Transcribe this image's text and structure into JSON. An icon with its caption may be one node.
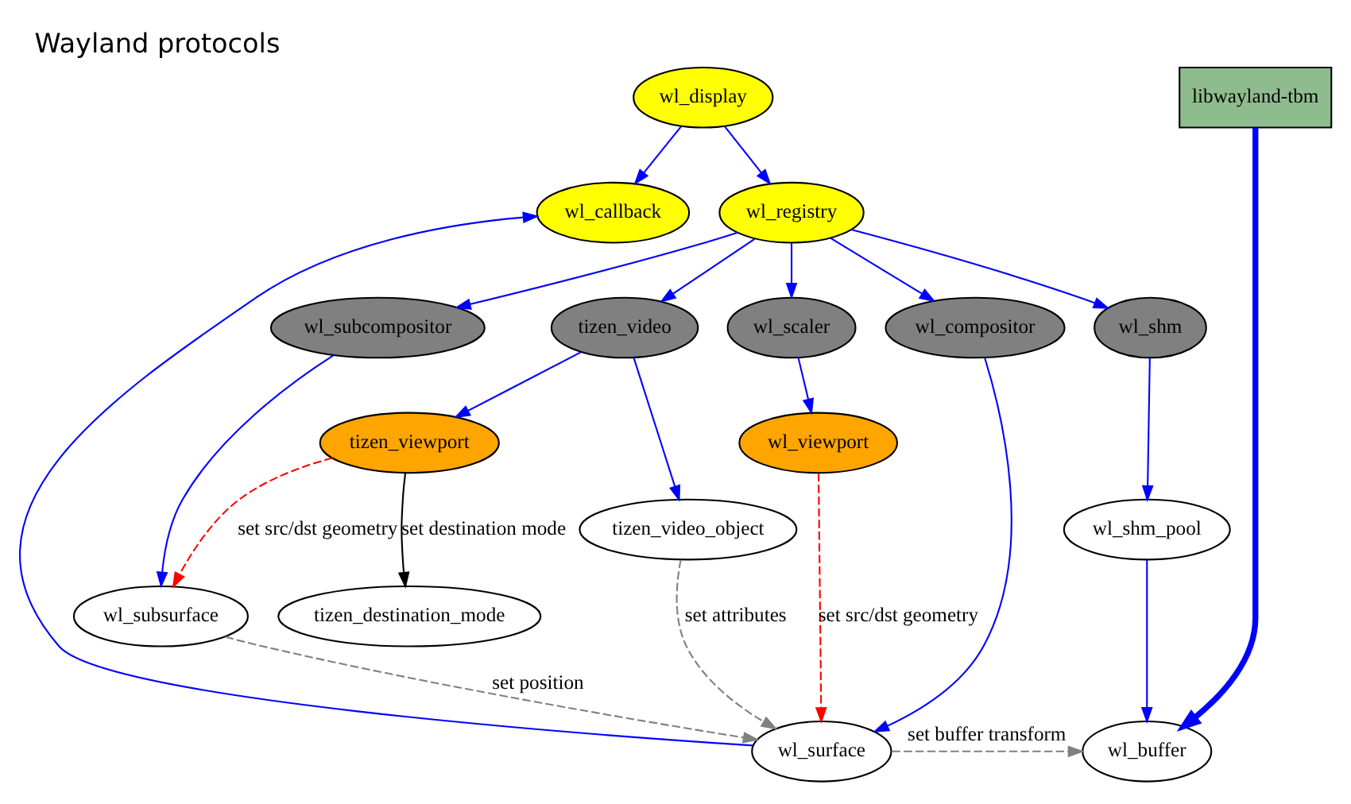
{
  "diagram": {
    "title": "Wayland protocols",
    "nodes": [
      {
        "text": [
          "wl_display"
        ]
      },
      {
        "text": [
          "wl_callback"
        ]
      },
      {
        "text": [
          "wl_registry"
        ]
      },
      {
        "text": [
          "libwayland-tbm"
        ]
      },
      {
        "text": [
          "wl_subcompositor"
        ]
      },
      {
        "text": [
          "tizen_video"
        ]
      },
      {
        "text": [
          "wl_scaler"
        ]
      },
      {
        "text": [
          "wl_compositor"
        ]
      },
      {
        "text": [
          "wl_shm"
        ]
      },
      {
        "text": [
          "tizen_viewport"
        ]
      },
      {
        "text": [
          "wl_viewport"
        ]
      },
      {
        "text": [
          "tizen_video_object"
        ]
      },
      {
        "text": [
          "wl_subsurface"
        ]
      },
      {
        "text": [
          "tizen_destination_mode"
        ]
      },
      {
        "text": [
          "wl_shm_pool"
        ]
      },
      {
        "text": [
          "wl_surface"
        ]
      },
      {
        "text": [
          "wl_buffer"
        ]
      }
    ],
    "edges": [
      {
        "from": 0,
        "to": 1,
        "arrow": "to"
      },
      {
        "from": 0,
        "to": 2,
        "arrow": "to"
      },
      {
        "from": 2,
        "to": 4,
        "arrow": "to"
      },
      {
        "from": 2,
        "to": 5,
        "arrow": "to"
      },
      {
        "from": 2,
        "to": 6,
        "arrow": "to"
      },
      {
        "from": 2,
        "to": 7,
        "arrow": "to"
      },
      {
        "from": 2,
        "to": 8,
        "arrow": "to"
      },
      {
        "from": 5,
        "to": 9,
        "arrow": "to"
      },
      {
        "from": 5,
        "to": 11,
        "arrow": "to"
      },
      {
        "from": 6,
        "to": 10,
        "arrow": "to"
      },
      {
        "from": 4,
        "to": 12,
        "arrow": "to"
      },
      {
        "from": 9,
        "to": 12,
        "arrow": "to",
        "label": "set src/dst geometry",
        "style": "dashed",
        "color": "#ff0000"
      },
      {
        "from": 9,
        "to": 13,
        "arrow": "to",
        "label": "set destination mode",
        "color": "#000000"
      },
      {
        "from": 11,
        "to": 15,
        "arrow": "to",
        "label": "set attributes",
        "style": "dashed",
        "color": "#808080"
      },
      {
        "from": 10,
        "to": 15,
        "arrow": "to",
        "label": "set src/dst geometry",
        "style": "dashed",
        "color": "#ff0000"
      },
      {
        "from": 12,
        "to": 15,
        "arrow": "to",
        "label": "set position",
        "style": "dashed",
        "color": "#808080"
      },
      {
        "from": 7,
        "to": 15,
        "arrow": "to"
      },
      {
        "from": 8,
        "to": 14,
        "arrow": "to"
      },
      {
        "from": 14,
        "to": 16,
        "arrow": "to"
      },
      {
        "from": 15,
        "to": 16,
        "arrow": "to",
        "label": "set buffer transform",
        "style": "dashed",
        "color": "#808080"
      },
      {
        "from": 15,
        "to": 1,
        "arrow": "to"
      },
      {
        "from": 3,
        "to": 16,
        "arrow": "to",
        "style": "thick"
      }
    ]
  }
}
